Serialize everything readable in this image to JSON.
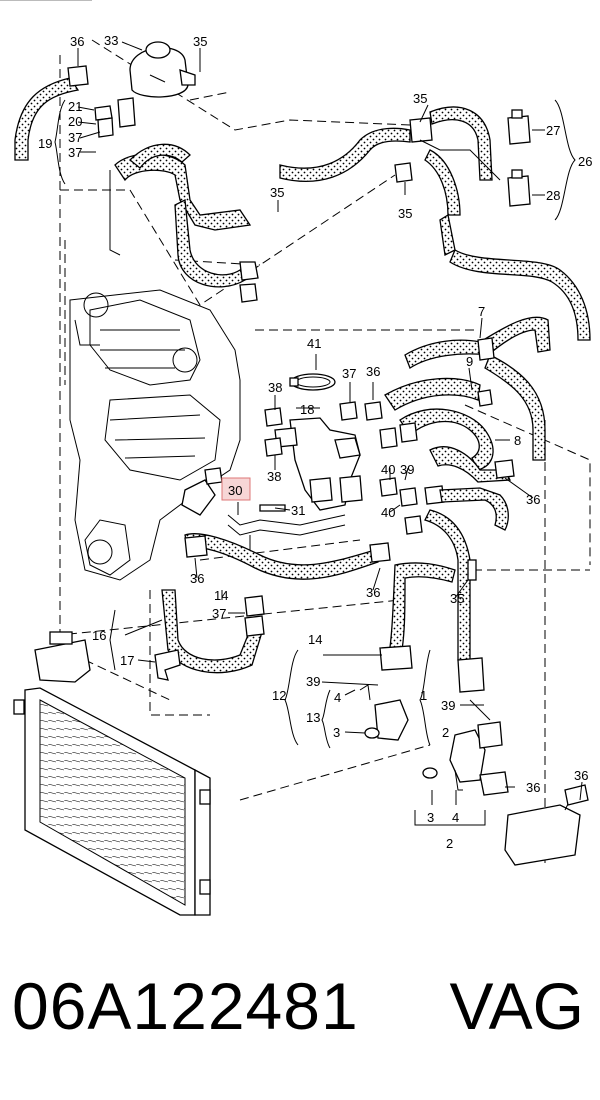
{
  "diagram": {
    "callouts": {
      "c36a": "36",
      "c33": "33",
      "c35a": "35",
      "c21": "21",
      "c20": "20",
      "c37a": "37",
      "c37b": "37",
      "c19": "19",
      "c35b": "35",
      "c27": "27",
      "c26": "26",
      "c28": "28",
      "c35c": "35",
      "c35d": "35",
      "c41": "41",
      "c7": "7",
      "c9": "9",
      "c36b": "36",
      "c37c": "37",
      "c38a": "38",
      "c18": "18",
      "c8": "8",
      "c40a": "40",
      "c39a": "39",
      "c38b": "38",
      "c30": "30",
      "c31": "31",
      "c40b": "40",
      "c36c": "36",
      "c36d": "36",
      "c14a": "14",
      "c37d": "37",
      "c36e": "36",
      "c35e": "35",
      "c16": "16",
      "c17": "17",
      "c14b": "14",
      "c39b": "39",
      "c4a": "4",
      "c12": "12",
      "c13": "13",
      "c3a": "3",
      "c1": "1",
      "c39c": "39",
      "c2a": "2",
      "c36f": "36",
      "c36g": "36",
      "c3b": "3",
      "c4b": "4",
      "c2b": "2"
    }
  },
  "footer": {
    "part_number": "06A122481",
    "brand": "VAG"
  },
  "colors": {
    "highlight_box": "#f7d6d6",
    "ink": "#000000"
  }
}
